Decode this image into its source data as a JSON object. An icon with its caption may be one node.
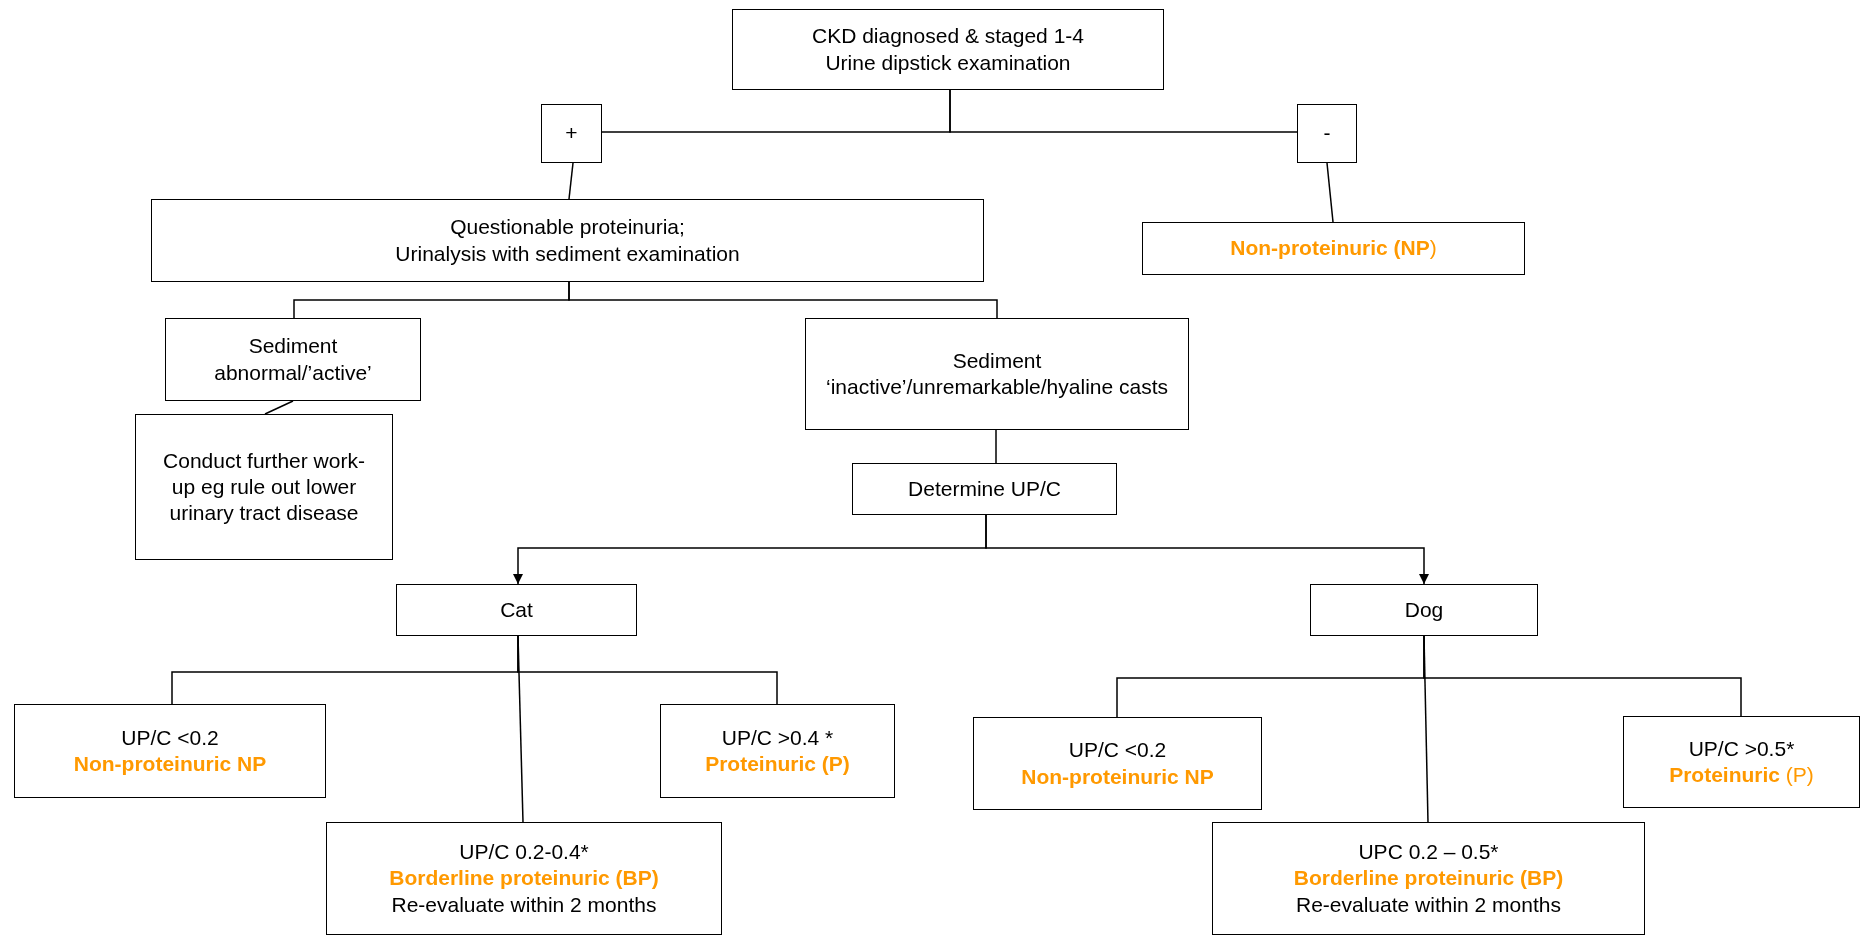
{
  "diagram": {
    "nodes": [
      {
        "text": [
          "CKD diagnosed & staged 1-4",
          "Urine dipstick examination"
        ]
      },
      {
        "text": [
          "+"
        ]
      },
      {
        "text": [
          "-"
        ]
      },
      {
        "text": [
          "Questionable proteinuria;",
          "Urinalysis with sediment examination"
        ]
      },
      {
        "text": [
          "**Non-proteinuric (NP**)"
        ]
      },
      {
        "text": [
          "Sediment",
          "abnormal/’active’"
        ]
      },
      {
        "text": [
          "Conduct further work-up eg rule out lower urinary tract disease"
        ]
      },
      {
        "text": [
          "Sediment",
          "‘inactive’/unremarkable/hyaline casts"
        ]
      },
      {
        "text": [
          "Determine UP/C"
        ]
      },
      {
        "text": [
          "Cat"
        ]
      },
      {
        "text": [
          "Dog"
        ]
      },
      {
        "text": [
          "UP/C <0.2",
          "Non-proteinuric NP"
        ]
      },
      {
        "text": [
          "UP/C >0.4 *",
          "Proteinuric (P)"
        ]
      },
      {
        "text": [
          "UP/C 0.2-0.4*",
          "Borderline proteinuric (BP)",
          "Re-evaluate within 2 months"
        ]
      },
      {
        "text": [
          "UP/C <0.2",
          "Non-proteinuric NP"
        ]
      },
      {
        "text": [
          "UP/C >0.5*",
          "**Proteinuric** (P)"
        ]
      },
      {
        "text": [
          "UPC 0.2 – 0.5*",
          "Borderline proteinuric (BP)",
          "Re-evaluate within 2 months"
        ]
      }
    ],
    "edges": [
      {
        "from": 0,
        "to": 1,
        "arrow": "none"
      },
      {
        "from": 0,
        "to": 2,
        "arrow": "none"
      },
      {
        "from": 1,
        "to": 3,
        "arrow": "none"
      },
      {
        "from": 2,
        "to": 4,
        "arrow": "none"
      },
      {
        "from": 3,
        "to": 5,
        "arrow": "none"
      },
      {
        "from": 3,
        "to": 7,
        "arrow": "none"
      },
      {
        "from": 5,
        "to": 6,
        "arrow": "none"
      },
      {
        "from": 7,
        "to": 8,
        "arrow": "none"
      },
      {
        "from": 8,
        "to": 9,
        "arrow": "to"
      },
      {
        "from": 8,
        "to": 10,
        "arrow": "to"
      },
      {
        "from": 9,
        "to": 11,
        "arrow": "none"
      },
      {
        "from": 9,
        "to": 12,
        "arrow": "none"
      },
      {
        "from": 9,
        "to": 13,
        "arrow": "none"
      },
      {
        "from": 10,
        "to": 14,
        "arrow": "none"
      },
      {
        "from": 10,
        "to": 15,
        "arrow": "none"
      },
      {
        "from": 10,
        "to": 16,
        "arrow": "none"
      }
    ]
  }
}
